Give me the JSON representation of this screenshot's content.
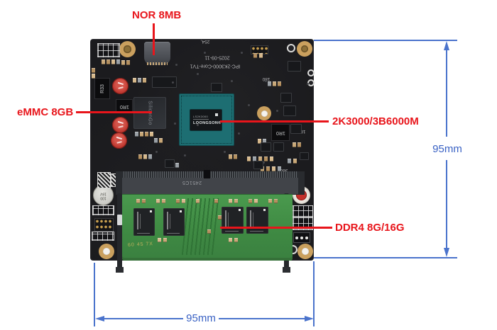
{
  "annotations": {
    "color": "#e8151b",
    "nor": {
      "label": "NOR 8MB"
    },
    "emmc": {
      "label": "eMMC 8GB"
    },
    "cpu": {
      "label": "2K3000/3B6000M"
    },
    "ddr4": {
      "label": "DDR4 8G/16G"
    }
  },
  "dimensions": {
    "color": "#4a73cc",
    "height": {
      "label": "95mm"
    },
    "width": {
      "label": "95mm"
    }
  },
  "board": {
    "silkscreen": {
      "rev_mark": "254,",
      "date": "2025-09-11",
      "model": "IPC-2K3000-Core-TV1",
      "mark_180_top": "180",
      "mark_180_right": "180",
      "mark_360": "360",
      "mark_r33": "R33",
      "mark_1r0_left": "1R0",
      "mark_1r0_right": "1R0"
    },
    "cpu": {
      "die_line1": "LS2K3000",
      "brand": "LOONGSON®"
    },
    "emmc": {
      "brand": "SiliconGo"
    },
    "sodimm": {
      "socket_marking": "2451C5",
      "module_marking": "60 45 7X"
    },
    "silver_cap": {
      "value": "100",
      "voltage": "16V"
    }
  }
}
